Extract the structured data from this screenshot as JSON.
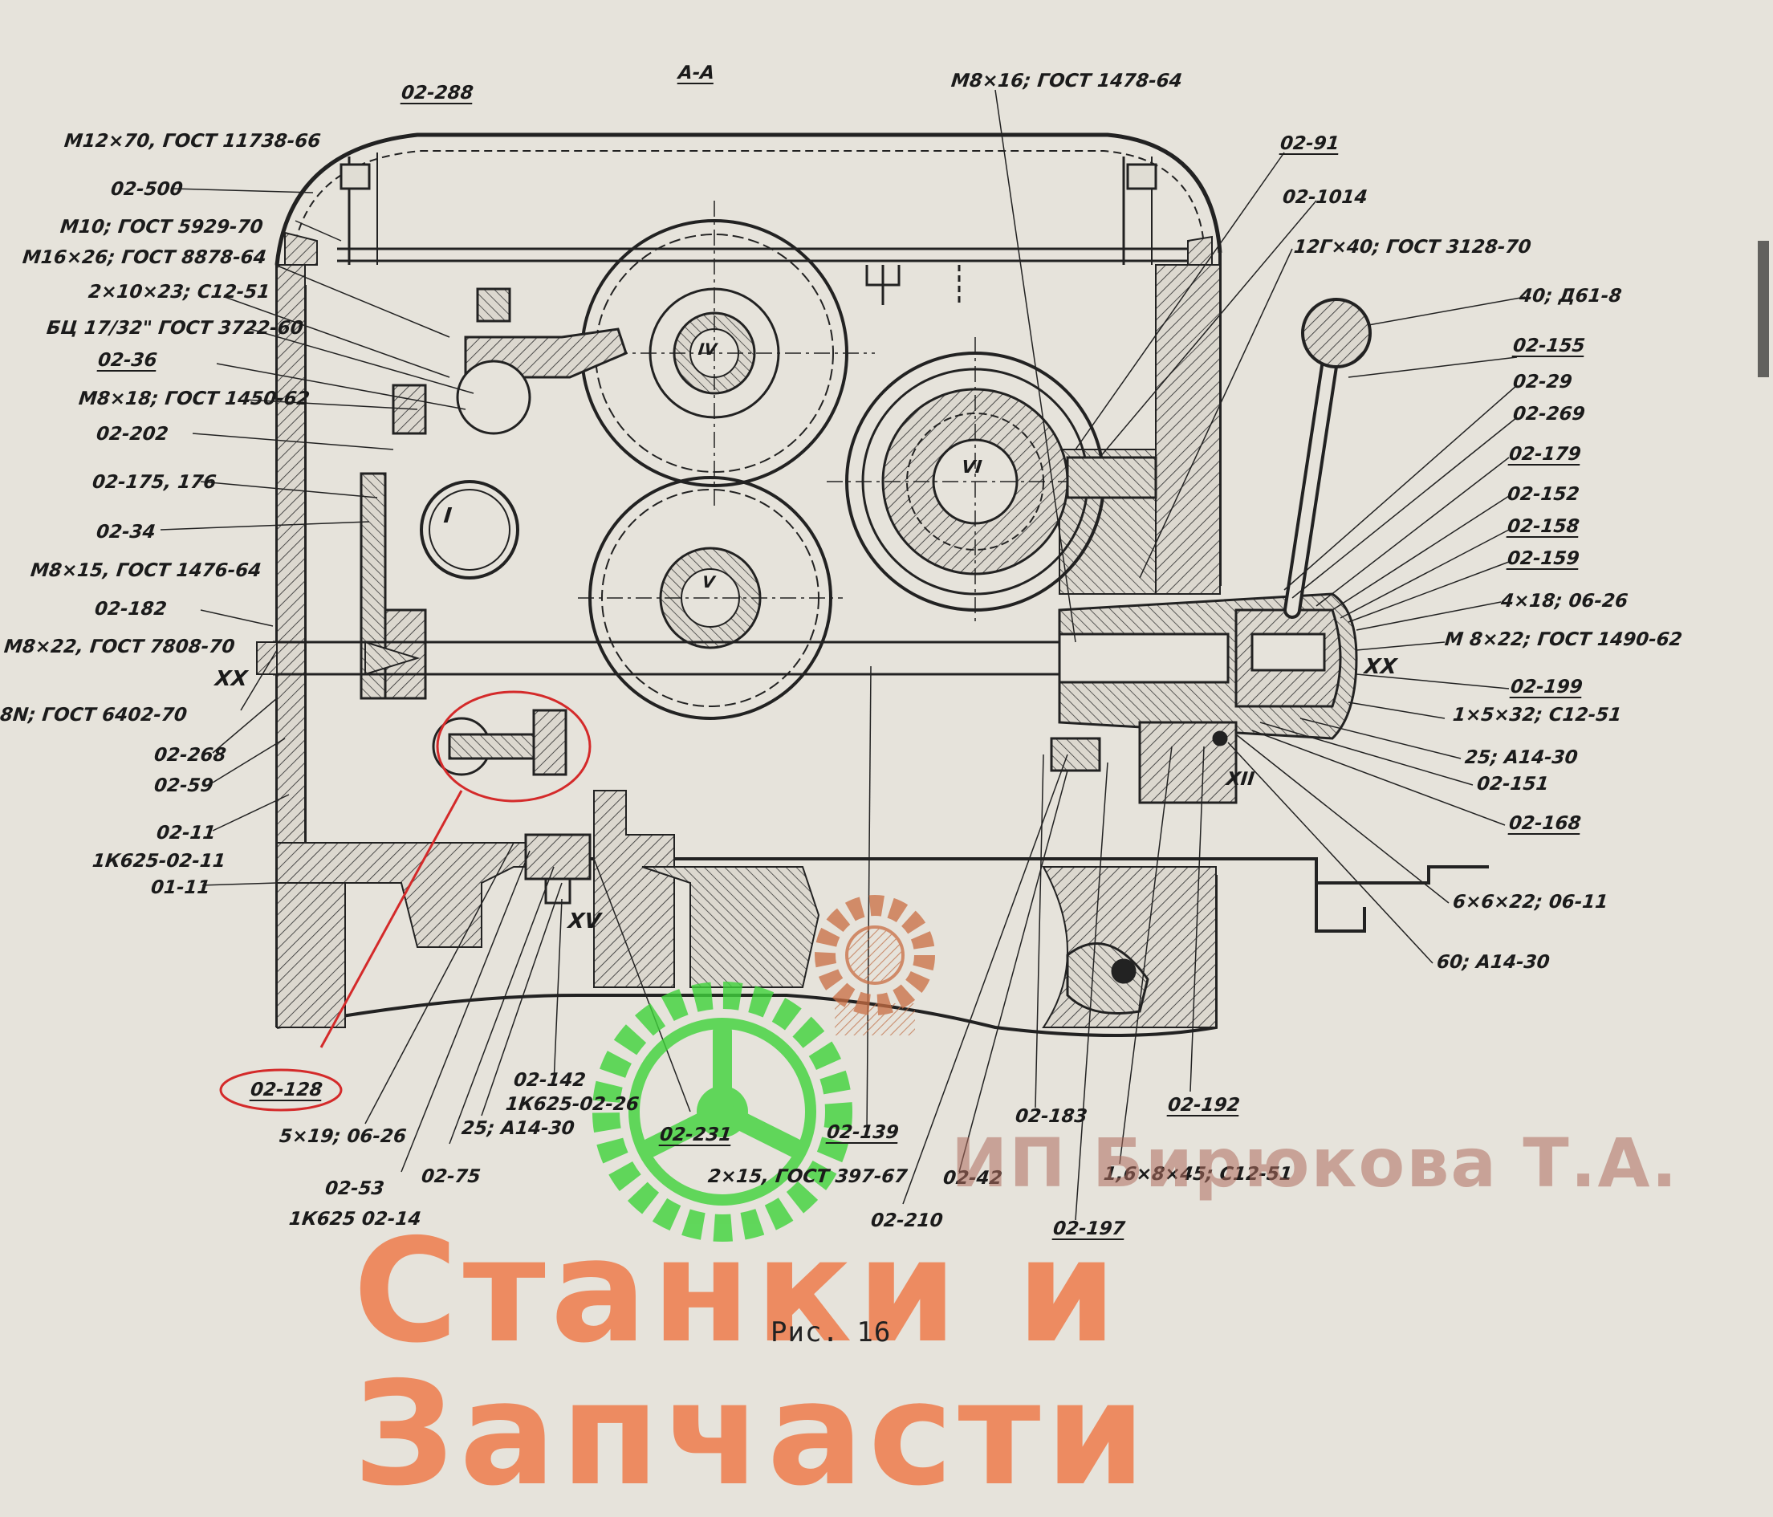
{
  "section_title": "A-A",
  "caption": "Рис. 16",
  "watermark": {
    "company": "ИП Бирюкова Т.А.",
    "brand": "Станки и Запчасти"
  },
  "callout_color": "#d42a2a",
  "labels": {
    "l_02_288": "02-288",
    "l_m12_70": "М12×70, ГОСТ 11738-66",
    "l_02_500": "02-500",
    "l_m10": "М10; ГОСТ 5929-70",
    "l_m16_26": "М16×26; ГОСТ 8878-64",
    "l_2x10": "2×10×23; С12-51",
    "l_bu": "БЦ 17/32\" ГОСТ 3722-60",
    "l_02_36": "02-36",
    "l_m8_18": "М8×18; ГОСТ 1450-62",
    "l_02_202": "02-202",
    "l_02_175": "02-175, 176",
    "l_02_34": "02-34",
    "l_m8_15": "М8×15, ГОСТ 1476-64",
    "l_02_182": "02-182",
    "l_m8_22_left": "М8×22, ГОСТ 7808-70",
    "l_xx_left": "XX",
    "l_8n": "8N; ГОСТ 6402-70",
    "l_02_268": "02-268",
    "l_02_59": "02-59",
    "l_02_11": "02-11",
    "l_1k625_11": "1К625-02-11",
    "l_01_11": "01-11",
    "l_02_128": "02-128",
    "l_5x19": "5×19; 06-26",
    "l_02_53": "02-53",
    "l_1k625_14": "1К625 02-14",
    "l_02_75": "02-75",
    "l_25_a14": "25; А14-30",
    "l_02_142": "02-142",
    "l_1k625_26": "1К625-02-26",
    "l_xv": "XV",
    "l_02_231": "02-231",
    "l_2x15": "2×15, ГОСТ 397-67",
    "l_02_139": "02-139",
    "l_02_210": "02-210",
    "l_02_42": "02-42",
    "l_02_183": "02-183",
    "l_02_197": "02-197",
    "l_1_6x8": "1,6×8×45; С12-51",
    "l_02_192": "02-192",
    "l_m8_16_top": "М8×16; ГОСТ 1478-64",
    "l_02_91": "02-91",
    "l_02_1014": "02-1014",
    "l_12g40": "12Г×40; ГОСТ 3128-70",
    "l_40_d": "40; Д61-8",
    "l_02_155": "02-155",
    "l_02_29": "02-29",
    "l_02_269": "02-269",
    "l_02_179": "02-179",
    "l_02_152": "02-152",
    "l_02_158": "02-158",
    "l_02_159": "02-159",
    "l_4x18": "4×18; 06-26",
    "l_m8_22_right": "М 8×22; ГОСТ 1490-62",
    "l_xx_right": "XX",
    "l_02_199": "02-199",
    "l_1x5x32": "1×5×32; С12-51",
    "l_25_a14_right": "25; А14-30",
    "l_02_151": "02-151",
    "l_xii": "XII",
    "l_02_168": "02-168",
    "l_6x6x22": "6×6×22; 06-11",
    "l_60_a14": "60; А14-30",
    "rom_I": "I",
    "rom_IV": "IV",
    "rom_V": "V",
    "rom_VI": "VI"
  }
}
